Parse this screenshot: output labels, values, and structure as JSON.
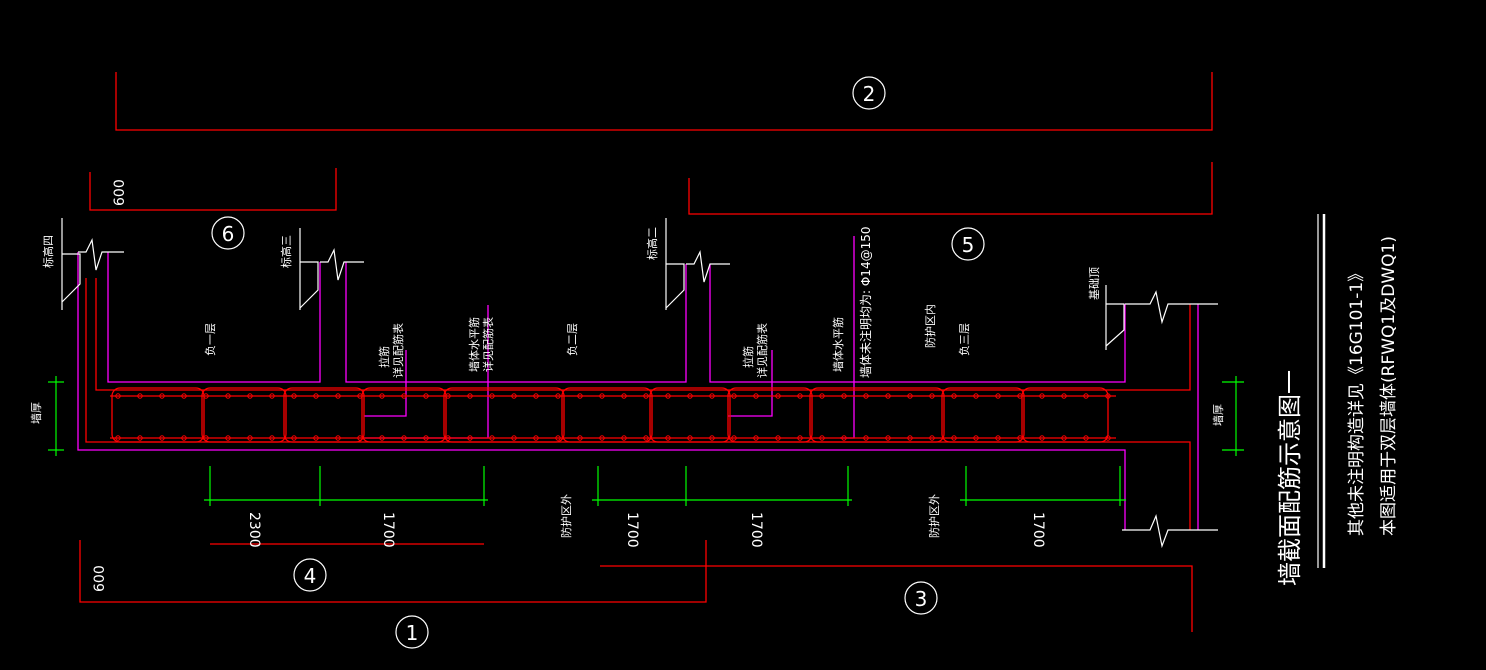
{
  "colors": {
    "background": "#000000",
    "red": "#ff0000",
    "magenta": "#ff00ff",
    "green": "#00ff00",
    "white": "#ffffff"
  },
  "bubbles": [
    "1",
    "2",
    "3",
    "4",
    "5",
    "6"
  ],
  "labels": {
    "elev_4": "标高四",
    "elev_3": "标高三",
    "elev_2": "标高二",
    "elev_base": "基础顶",
    "floor_b1": "负一层",
    "floor_b2": "负二层",
    "floor_b3": "负三层",
    "wall_thickness_left": "墙厚",
    "wall_thickness_right": "墙厚",
    "protect_inner": "防护区内",
    "protect_outer_1": "防护区外",
    "protect_outer_2": "防护区外",
    "stirrup_1a": "拉筋",
    "stirrup_1b": "详见配筋表",
    "hbar_1a": "墙体水平筋",
    "hbar_1b": "详见配筋表",
    "stirrup_2a": "拉筋",
    "stirrup_2b": "详见配筋表",
    "hbar_2": "墙体水平筋",
    "extra_rebar": "墙体未注明均为: Φ14@150"
  },
  "dimensions": {
    "top_600": "600",
    "bottom_600": "600",
    "d_2300": "2300",
    "d_1700_a": "1700",
    "d_1700_b": "1700",
    "d_1700_c": "1700",
    "d_1700_d": "1700"
  },
  "title_block": {
    "title": "墙截面配筋示意图一",
    "note_1": "其他未注明构造详见《16G101-1》",
    "note_2": "本图适用于双层墙体(RFWQ1及DWQ1)"
  }
}
